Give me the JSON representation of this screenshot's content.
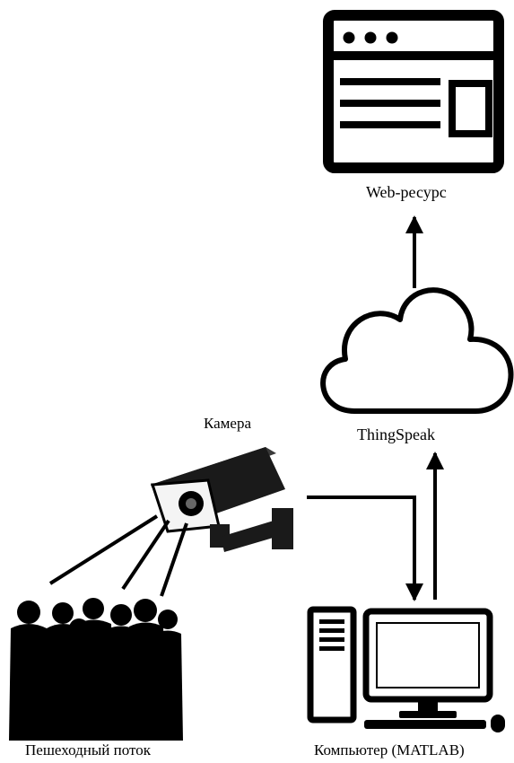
{
  "diagram": {
    "labels": {
      "web": "Web-ресурс",
      "cloud": "ThingSpeak",
      "camera": "Камера",
      "crowd": "Пешеходный поток",
      "computer": "Компьютер (MATLAB)"
    },
    "icons": {
      "web": "browser-window-icon",
      "cloud": "cloud-icon",
      "camera": "security-camera-icon",
      "crowd": "people-crowd-icon",
      "computer": "desktop-computer-icon"
    },
    "colors": {
      "ink": "#000000",
      "background": "#ffffff",
      "camera_body": "#1a1a1a"
    }
  }
}
